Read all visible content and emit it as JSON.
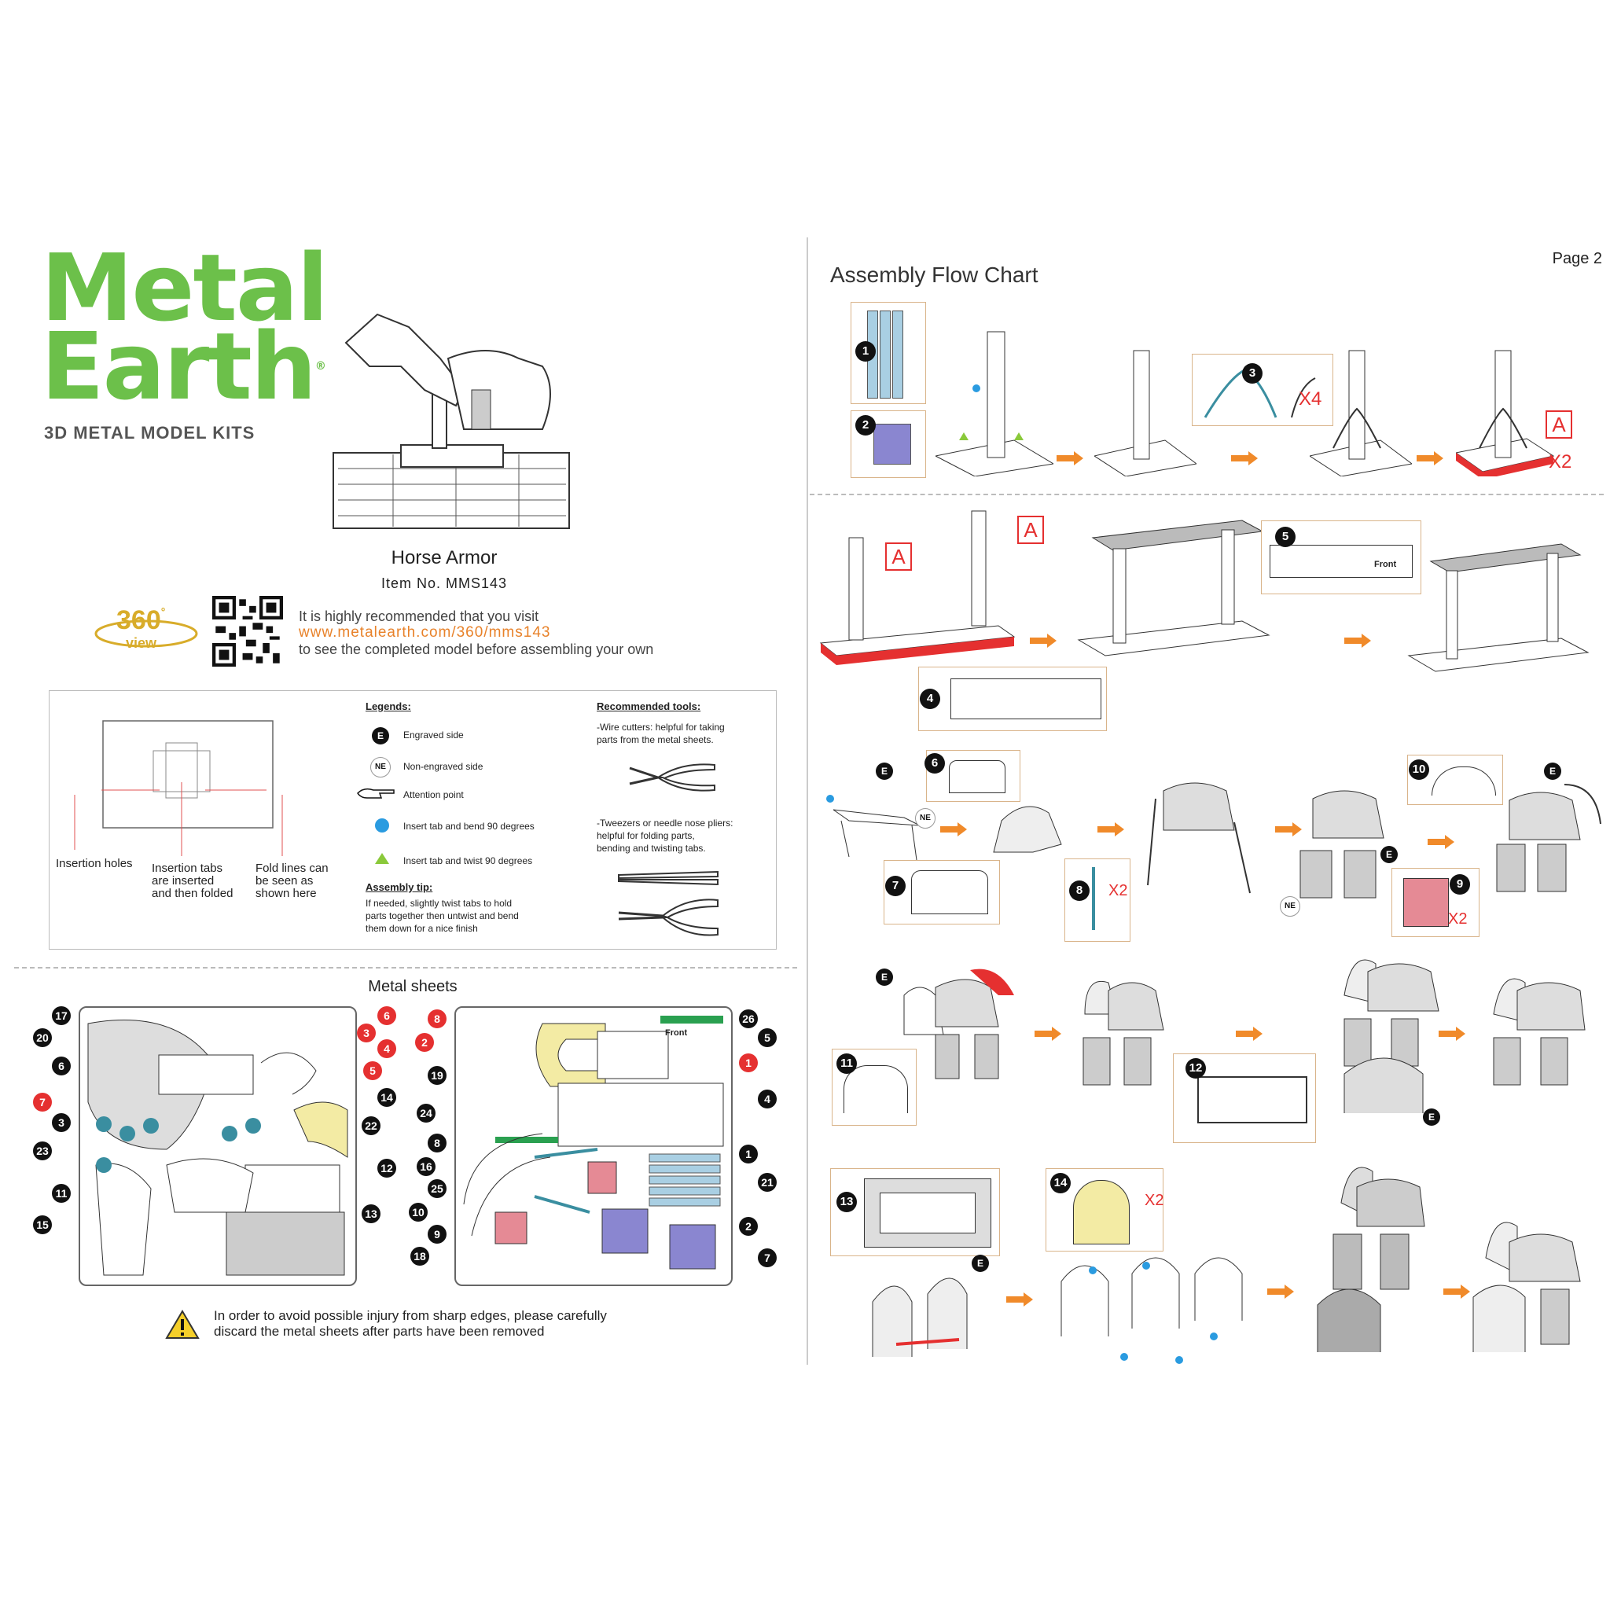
{
  "brand": {
    "line1": "Metal",
    "line2": "Earth",
    "registered": "®",
    "tagline": "3D METAL MODEL KITS"
  },
  "product": {
    "title": "Horse Armor",
    "item": "Item  No.  MMS143"
  },
  "view360": {
    "number": "360",
    "degree": "°",
    "word": "view"
  },
  "recommendation": {
    "line1": "It is highly recommended that you visit",
    "url": "www.metalearth.com/360/mms143",
    "line3": "to see the completed model before assembling your own"
  },
  "diagram_labels": {
    "insertion_holes": "Insertion holes",
    "insertion_tabs": [
      "Insertion tabs",
      "are inserted",
      "and then folded"
    ],
    "fold_lines": [
      "Fold lines can",
      "be seen as",
      "shown here"
    ]
  },
  "legends": {
    "heading": "Legends:",
    "items": [
      {
        "badge": "E",
        "label": "Engraved side"
      },
      {
        "badge": "NE",
        "label": "Non-engraved side"
      },
      {
        "badge": "",
        "label": "Attention point"
      },
      {
        "badge": "",
        "label": "Insert tab and bend 90 degrees"
      },
      {
        "badge": "",
        "label": "Insert tab and twist 90 degrees"
      }
    ],
    "tip_heading": "Assembly tip:",
    "tip_lines": [
      "If needed, slightly twist tabs to hold",
      "parts together then untwist and bend",
      "them down for a nice finish"
    ]
  },
  "tools": {
    "heading": "Recommended tools:",
    "wire": [
      "-Wire cutters: helpful for taking",
      "parts from the metal sheets."
    ],
    "tweezers": [
      "-Tweezers or needle nose pliers:",
      "helpful for folding parts,",
      "bending and twisting tabs."
    ]
  },
  "sheets": {
    "title": "Metal sheets",
    "left_labels": [
      "17",
      "20",
      "6",
      "7",
      "3",
      "23",
      "11",
      "15"
    ],
    "left_mid_labels": [
      "6",
      "3",
      "4",
      "5",
      "14",
      "22",
      "12",
      "13"
    ],
    "right_left_labels": [
      "8",
      "2",
      "19",
      "24",
      "8",
      "16",
      "25",
      "10",
      "9",
      "18"
    ],
    "right_right_labels": [
      "26",
      "5",
      "1",
      "4",
      "1",
      "21",
      "2",
      "7"
    ],
    "red_labels": [
      "7",
      "6",
      "3",
      "4",
      "5",
      "8",
      "2",
      "1"
    ],
    "front_label": "Front"
  },
  "warning": {
    "line1": "In order to avoid possible injury from sharp edges, please carefully",
    "line2": "discard the metal sheets after parts have been removed"
  },
  "flow": {
    "title": "Assembly Flow Chart",
    "page": "Page 2",
    "steps": [
      "1",
      "2",
      "3",
      "4",
      "5",
      "6",
      "7",
      "8",
      "9",
      "10",
      "11",
      "12",
      "13",
      "14"
    ],
    "tag_A": "A",
    "multipliers": {
      "x4": "X4",
      "x2": "X2"
    },
    "badges": {
      "E": "E",
      "NE": "NE"
    },
    "front_label": "Front"
  },
  "colors": {
    "brand_green": "#6cc04a",
    "accent_orange": "#f08a2a",
    "alert_red": "#e53030",
    "part_blue": "#a9cfe3",
    "part_purple": "#8a86d0",
    "part_yellow": "#f3eba4",
    "part_pink": "#e58a95",
    "part_teal": "#3a8ea0"
  }
}
